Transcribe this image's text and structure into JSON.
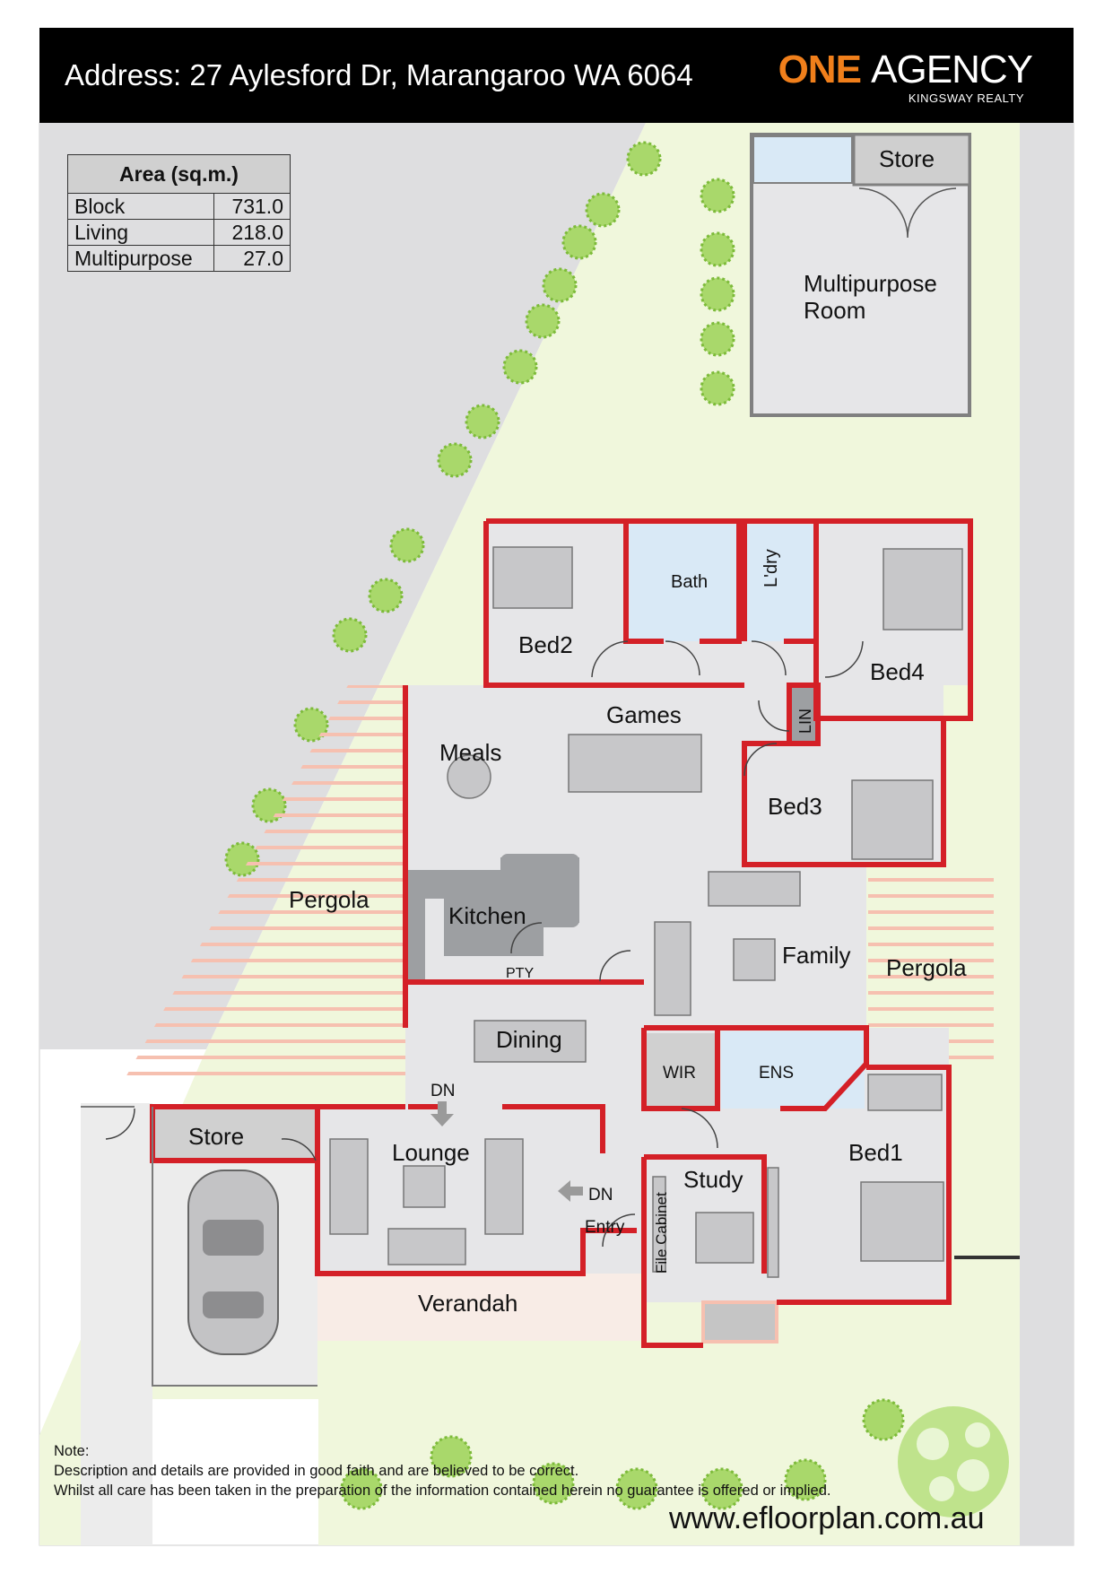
{
  "header": {
    "address": "Address: 27 Aylesford Dr, Marangaroo WA 6064",
    "brand_one": "ONE",
    "brand_agency": "AGENCY",
    "brand_sub": "KINGSWAY REALTY"
  },
  "area_table": {
    "heading": "Area (sq.m.)",
    "rows": [
      {
        "name": "Block",
        "value": "731.0"
      },
      {
        "name": "Living",
        "value": "218.0"
      },
      {
        "name": "Multipurpose",
        "value": "27.0"
      }
    ]
  },
  "rooms": {
    "store_top": "Store",
    "multipurpose_1": "Multipurpose",
    "multipurpose_2": "Room",
    "bath": "Bath",
    "laundry": "L'dry",
    "bed2": "Bed2",
    "bed4": "Bed4",
    "lin": "LIN",
    "games": "Games",
    "meals": "Meals",
    "bed3": "Bed3",
    "pergola_left": "Pergola",
    "kitchen": "Kitchen",
    "pty": "PTY",
    "family": "Family",
    "pergola_right": "Pergola",
    "dining": "Dining",
    "wir": "WIR",
    "ens": "ENS",
    "dn_1": "DN",
    "store_left": "Store",
    "lounge": "Lounge",
    "bed1": "Bed1",
    "study": "Study",
    "dn_2": "DN",
    "entry": "Entry",
    "file_cabinet": "File Cabinet",
    "verandah": "Verandah"
  },
  "colors": {
    "wall": "#d42027",
    "floor": "#e6e6e8",
    "lawn": "#f0f7dc",
    "road": "#dedee0",
    "pergola_stripe": "#f6c0b0",
    "wet_area": "#d9e9f6",
    "tree": "#a9d86b",
    "accent_orange": "#f07f1b"
  },
  "note": {
    "title": "Note:",
    "line1": "Description and details are provided in good faith and are believed to be correct.",
    "line2": "Whilst all care has been taken in the preparation of the information contained herein no guarantee is offered or implied."
  },
  "website": "www.efloorplan.com.au"
}
